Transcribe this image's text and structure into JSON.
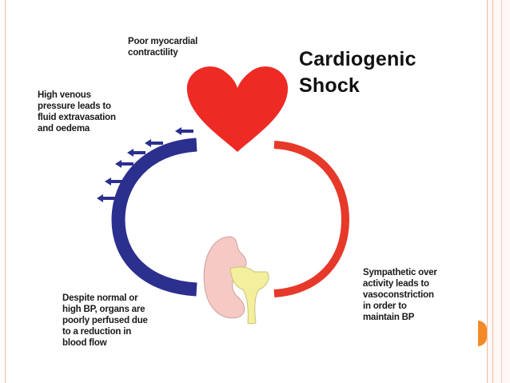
{
  "title": "Cardiogenic\nShock",
  "labels": {
    "contractility": "Poor myocardial\ncontractility",
    "venous": "High venous\npressure leads to\nfluid extravasation\nand oedema",
    "perfusion": "Despite normal or\nhigh BP, organs are\npoorly perfused due\nto a reduction in\nblood flow",
    "sympathetic": "Sympathetic over\nactivity leads to\nvasoconstriction\nin order to\nmaintain BP"
  },
  "colors": {
    "heart": "#ee2a24",
    "arterial_arc": "#e6392a",
    "venous_arc": "#2b2f8e",
    "kidney": "#f6c9c4",
    "ureter": "#f3ef9c",
    "accent": "#f28a2a",
    "frame": "#f3b9a6"
  },
  "icons": [
    "heart-icon",
    "kidney-icon",
    "arrow-left-icon"
  ]
}
